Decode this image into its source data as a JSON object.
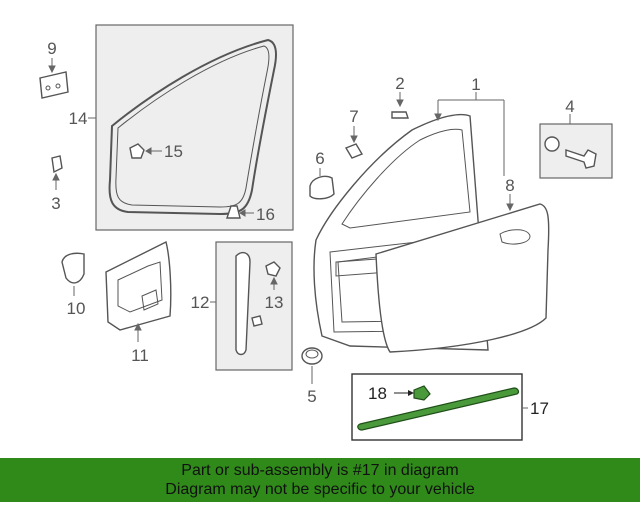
{
  "callouts": {
    "c1": "1",
    "c2": "2",
    "c3": "3",
    "c4": "4",
    "c5": "5",
    "c6": "6",
    "c7": "7",
    "c8": "8",
    "c9": "9",
    "c10": "10",
    "c11": "11",
    "c12": "12",
    "c13": "13",
    "c14": "14",
    "c15": "15",
    "c16": "16",
    "c17": "17",
    "c18": "18"
  },
  "banner": {
    "line1": "Part or sub-assembly is #17 in diagram",
    "line2": "Diagram may not be specific to your vehicle"
  },
  "colors": {
    "highlight_part": "#4a9a3c",
    "banner_background": "#2f8a1a"
  }
}
